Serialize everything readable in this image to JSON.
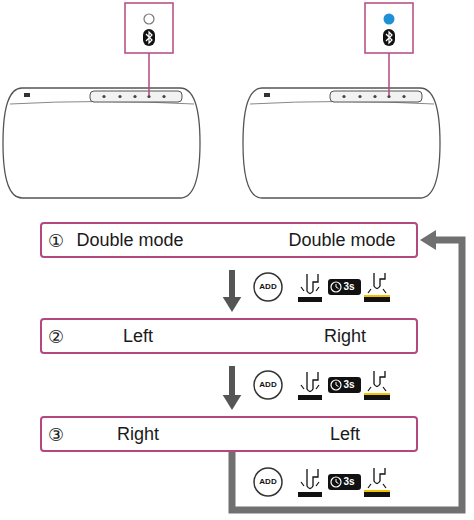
{
  "diagram": {
    "nodes": [
      {
        "text": [
          "①",
          "Double mode",
          "Double mode"
        ]
      },
      {
        "text": [
          "②",
          "Left",
          "Right"
        ]
      },
      {
        "text": [
          "③",
          "Right",
          "Left"
        ]
      }
    ],
    "edges": [
      {
        "from": 0,
        "to": 1,
        "arrow": "to"
      },
      {
        "from": 1,
        "to": 2,
        "arrow": "to"
      },
      {
        "from": 2,
        "to": 0,
        "arrow": "to"
      }
    ],
    "labels": [
      "ADD",
      "3s",
      "ADD",
      "3s",
      "ADD",
      "3s"
    ]
  }
}
